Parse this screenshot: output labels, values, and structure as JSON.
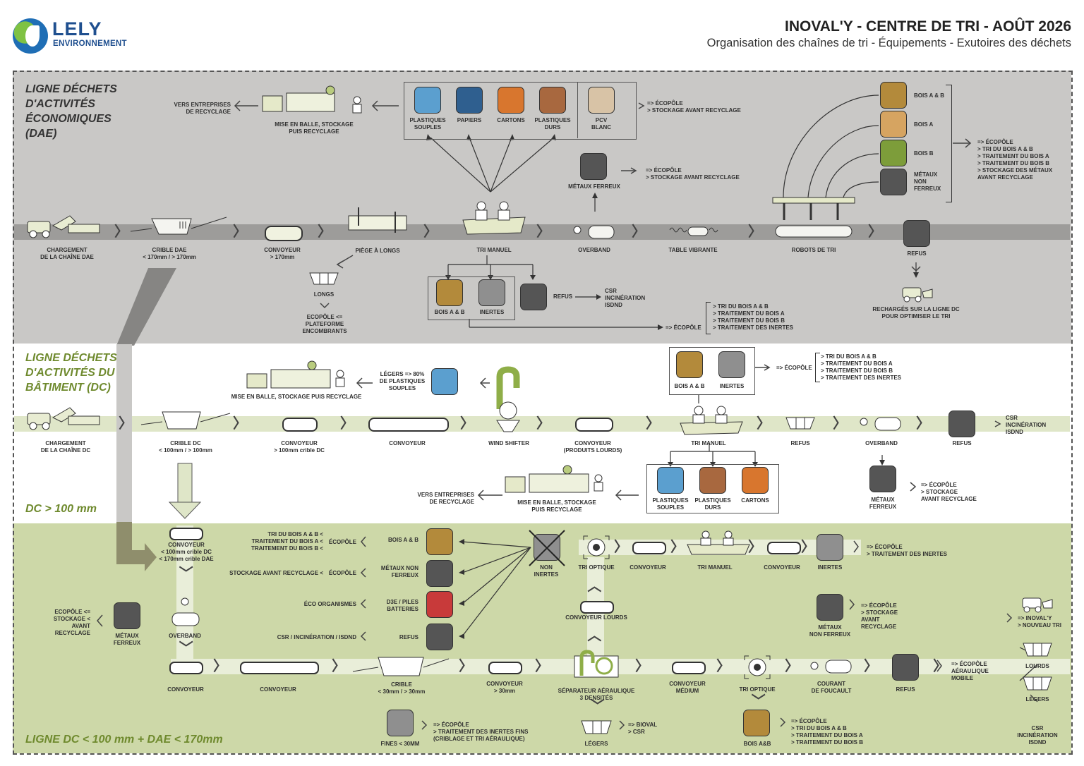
{
  "brand": {
    "name": "LELY",
    "sub": "ENVIRONNEMENT"
  },
  "header": {
    "title": "INOVAL'Y - CENTRE DE TRI - AOÛT 2026",
    "subtitle": "Organisation des chaînes de tri - Équipements - Exutoires des déchets"
  },
  "sections": {
    "dae": "LIGNE DÉCHETS\nD'ACTIVITÉS\nÉCONOMIQUES\n(DAE)",
    "dc": "LIGNE DÉCHETS\nD'ACTIVITÉS DU\nBÂTIMENT (DC)",
    "dc_big": "DC > 100 mm",
    "mixed": "LIGNE DC < 100 mm + DAE < 170mm"
  },
  "colors": {
    "grey_band": "#c9c8c6",
    "line_dark": "#9d9c9a",
    "green_light": "#dfe6c8",
    "green_band": "#cdd8a8",
    "green_line": "#e9eed9",
    "green_accent": "#7f9a3a",
    "border": "#555555"
  },
  "dae": {
    "chargement": "CHARGEMENT\nDE LA CHAÎNE DAE",
    "crible": "CRIBLE DAE\n< 170mm / > 170mm",
    "convoyeur": "CONVOYEUR\n> 170mm",
    "piege": "PIÈGE À LONGS",
    "longs": "LONGS",
    "longs_dest": "ECOPÔLE <=\nPLATEFORME\nENCOMBRANTS",
    "tri_manuel": "TRI MANUEL",
    "overband": "OVERBAND",
    "table": "TABLE VIBRANTE",
    "robots": "ROBOTS DE TRI",
    "refus": "REFUS",
    "recharge": "RECHARGÉS SUR LA LIGNE DC\nPOUR OPTIMISER LE TRI",
    "vers_entreprises": "VERS ENTREPRISES\nDE RECYCLAGE",
    "mise_en_balle": "MISE EN BALLE, STOCKAGE\nPUIS RECYCLAGE",
    "materials": [
      "PLASTIQUES\nSOUPLES",
      "PAPIERS",
      "CARTONS",
      "PLASTIQUES\nDURS",
      "PCV\nBLANC"
    ],
    "pcv_dest": "=> ÉCOPÔLE\n> STOCKAGE AVANT RECYCLAGE",
    "metaux": "MÉTAUX FERREUX",
    "metaux_dest": "=> ÉCOPÔLE\n> STOCKAGE AVANT RECYCLAGE",
    "robot_items": [
      "BOIS A & B",
      "BOIS A",
      "BOIS B",
      "MÉTAUX\nNON\nFERREUX"
    ],
    "robot_dest": "=> ÉCOPÔLE\n> TRI DU BOIS A & B\n> TRAITEMENT DU BOIS A\n> TRAITEMENT DU BOIS B\n> STOCKAGE DES MÉTAUX\nAVANT RECYCLAGE",
    "sub_items": [
      "BOIS A & B",
      "INERTES",
      "REFUS"
    ],
    "csr": "CSR\nINCINÉRATION\nISDND",
    "sub_dest_head": "=> ÉCOPÔLE",
    "sub_dest": "> TRI DU BOIS A & B\n> TRAITEMENT DU BOIS A\n> TRAITEMENT DU BOIS B\n> TRAITEMENT DES INERTES"
  },
  "dc": {
    "chargement": "CHARGEMENT\nDE LA CHAÎNE DC",
    "crible": "CRIBLE DC\n< 100mm / > 100mm",
    "convoyeur1": "CONVOYEUR\n> 100mm crible DC",
    "convoyeur2": "CONVOYEUR",
    "wind": "WIND SHIFTER",
    "convoyeur3": "CONVOYEUR\n(PRODUITS LOURDS)",
    "tri_manuel": "TRI MANUEL",
    "refus1": "REFUS",
    "overband": "OVERBAND",
    "refus2": "REFUS",
    "csr": "CSR\nINCINÉRATION\nISDND",
    "legers": "LÉGERS => 80%\nDE PLASTIQUES\nSOUPLES",
    "mise_en_balle": "MISE EN BALLE, STOCKAGE PUIS RECYCLAGE",
    "top_items": [
      "BOIS A & B",
      "INERTES"
    ],
    "top_dest_head": "=> ÉCOPÔLE",
    "top_dest": "> TRI DU BOIS A & B\n> TRAITEMENT DU BOIS A\n> TRAITEMENT DU BOIS B\n> TRAITEMENT DES INERTES",
    "bottom_items": [
      "PLASTIQUES\nSOUPLES",
      "PLASTIQUES\nDURS",
      "CARTONS"
    ],
    "mise_en_balle2": "MISE EN BALLE, STOCKAGE\nPUIS RECYCLAGE",
    "vers_entreprises": "VERS ENTREPRISES\nDE RECYCLAGE",
    "metaux": "MÉTAUX\nFERREUX",
    "metaux_dest": "=> ÉCOPÔLE\n> STOCKAGE\nAVANT RECYCLAGE"
  },
  "mix": {
    "convoyeur_in": "CONVOYEUR\n< 100mm crible DC\n< 170mm crible DAE",
    "overband": "OVERBAND",
    "metaux_ferreux": "MÉTAUX\nFERREUX",
    "metaux_dest": "ECOPÔLE <=\nSTOCKAGE <\nAVANT\nRECYCLAGE",
    "convoyeur1": "CONVOYEUR",
    "convoyeur2": "CONVOYEUR",
    "crible": "CRIBLE\n< 30mm / > 30mm",
    "fines": "FINES < 30MM",
    "fines_dest": "=> ÉCOPÔLE\n> TRAITEMENT DES INERTES FINS\n(CRIBLAGE ET TRI AÉRAULIQUE)",
    "convoyeur3": "CONVOYEUR\n> 30mm",
    "separateur": "SÉPARATEUR AÉRAULIQUE\n3 DENSITÉS",
    "legers": "LÉGERS",
    "legers_dest": "=> BIOVAL\n> CSR",
    "convoyeur_lourds": "CONVOYEUR LOURDS",
    "tri_optique1": "TRI OPTIQUE",
    "non_inertes": "NON\nINERTES",
    "convoyeur4": "CONVOYEUR",
    "tri_manuel": "TRI MANUEL",
    "convoyeur5": "CONVOYEUR",
    "inertes": "INERTES",
    "inertes_dest": "=> ÉCOPÔLE\n> TRAITEMENT DES INERTES",
    "left_items": [
      "BOIS A & B",
      "MÉTAUX NON\nFERREUX",
      "D3E / PILES\nBATTERIES",
      "REFUS"
    ],
    "left_dest": [
      "TRI DU BOIS A & B <\nTRAITEMENT DU BOIS A <\nTRAITEMENT DU BOIS B <",
      "STOCKAGE AVANT RECYCLAGE <",
      "",
      "CSR / INCINÉRATION / ISDND"
    ],
    "left_head": [
      "ÉCOPÔLE",
      "ÉCOPÔLE",
      "ÉCO ORGANISMES",
      ""
    ],
    "convoyeur_medium": "CONVOYEUR\nMÉDIUM",
    "tri_optique2": "TRI OPTIQUE",
    "bois": "BOIS A&B",
    "bois_dest": "=> ÉCOPÔLE\n> TRI DU BOIS A & B\n> TRAITEMENT DU BOIS A\n> TRAITEMENT DU BOIS B",
    "foucault": "COURANT\nDE FOUCAULT",
    "mnf": "MÉTAUX\nNON FERREUX",
    "mnf_dest": "=> ÉCOPÔLE\n> STOCKAGE\nAVANT\nRECYCLAGE",
    "refus": "REFUS",
    "refus_dest": "=> ÉCOPÔLE\nAÉRAULIQUE\nMOBILE",
    "lourds": "LOURDS",
    "legers2": "LÉGERS",
    "inovaly": "=> INOVAL'Y\n> NOUVEAU TRI",
    "csr": "CSR\nINCINÉRATION\nISDND"
  }
}
